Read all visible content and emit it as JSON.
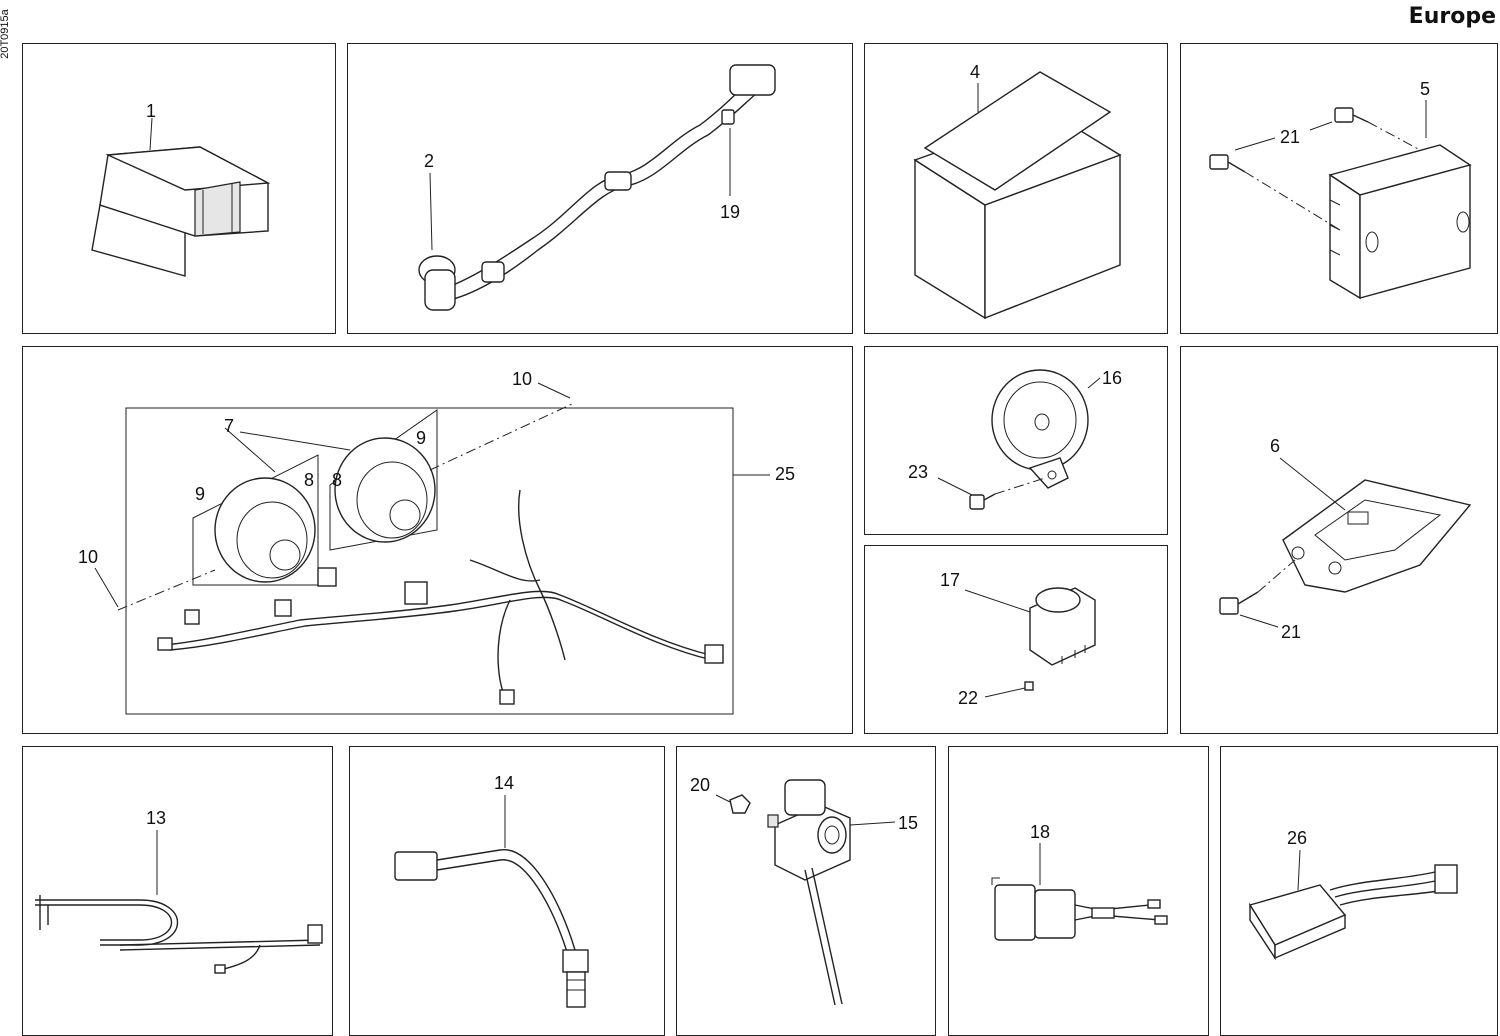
{
  "document": {
    "code": "20T0915a",
    "region": "Europe"
  },
  "callouts": {
    "p1": "1",
    "p2": "2",
    "p4": "4",
    "p5": "5",
    "p6": "6",
    "p7": "7",
    "p8a": "8",
    "p8b": "8",
    "p9a": "9",
    "p9b": "9",
    "p10a": "10",
    "p10b": "10",
    "p13": "13",
    "p14": "14",
    "p15": "15",
    "p16": "16",
    "p17": "17",
    "p18": "18",
    "p19": "19",
    "p20": "20",
    "p21a": "21",
    "p21b": "21",
    "p22": "22",
    "p23": "23",
    "p25": "25",
    "p26": "26"
  }
}
